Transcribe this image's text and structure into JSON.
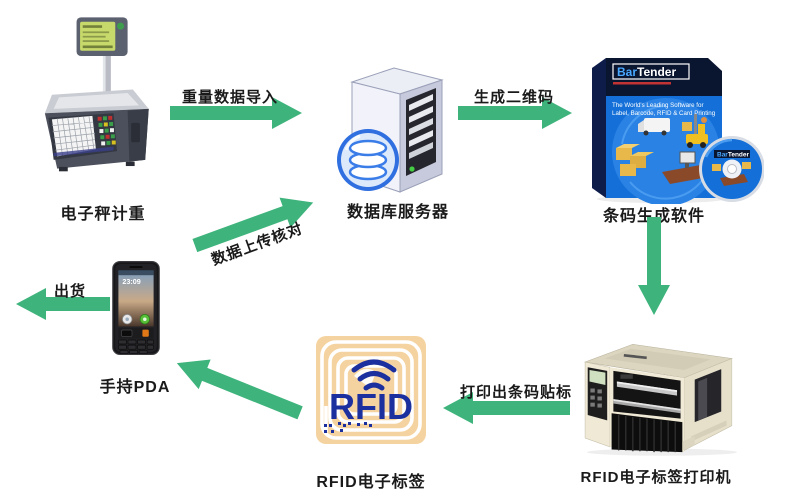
{
  "diagram": {
    "nodes": {
      "scale": {
        "label": "电子秤计重"
      },
      "server": {
        "label": "数据库服务器"
      },
      "software": {
        "label": "条码生成软件",
        "product_bar": "Bar",
        "product_tender": "Tender",
        "tagline1": "The World's Leading Software for",
        "tagline2": "Label, Barcode, RFID & Card Printing"
      },
      "printer": {
        "label": "RFID电子标签打印机"
      },
      "tag": {
        "label": "RFID电子标签",
        "tag_text": "RFID"
      },
      "pda": {
        "label": "手持PDA",
        "screen_time": "23:09"
      }
    },
    "edges": {
      "weight_import": {
        "label": "重量数据导入"
      },
      "generate_qr": {
        "label": "生成二维码"
      },
      "print_label": {
        "label": "打印出条码贴标"
      },
      "shipment": {
        "label": "出货"
      },
      "data_upload": {
        "label": "数据上传核对"
      }
    },
    "colors": {
      "arrow_green": "#3eb47c",
      "tag_background": "#f5d3a0",
      "tag_blue": "#1c2f9e",
      "box_blue": "#1470d8"
    }
  }
}
